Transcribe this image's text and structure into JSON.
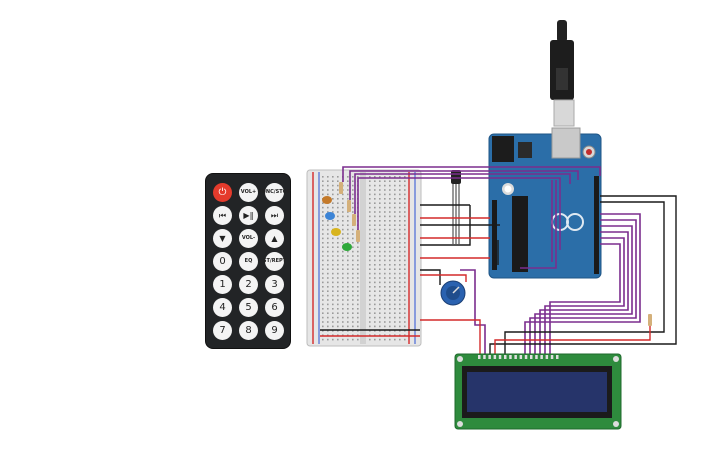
{
  "remote": {
    "buttons": [
      {
        "label": "⏻",
        "kind": "power"
      },
      {
        "label": "VOL+",
        "kind": "small"
      },
      {
        "label": "FUNC/STOP",
        "kind": "small"
      },
      {
        "label": "⏮",
        "kind": "icon"
      },
      {
        "label": "▶‖",
        "kind": "icon"
      },
      {
        "label": "⏭",
        "kind": "icon"
      },
      {
        "label": "▼",
        "kind": "icon"
      },
      {
        "label": "VOL-",
        "kind": "small"
      },
      {
        "label": "▲",
        "kind": "icon"
      },
      {
        "label": "0",
        "kind": "num"
      },
      {
        "label": "EQ",
        "kind": "small"
      },
      {
        "label": "ST/REPT",
        "kind": "small"
      },
      {
        "label": "1",
        "kind": "num"
      },
      {
        "label": "2",
        "kind": "num"
      },
      {
        "label": "3",
        "kind": "num"
      },
      {
        "label": "4",
        "kind": "num"
      },
      {
        "label": "5",
        "kind": "num"
      },
      {
        "label": "6",
        "kind": "num"
      },
      {
        "label": "7",
        "kind": "num"
      },
      {
        "label": "8",
        "kind": "num"
      },
      {
        "label": "9",
        "kind": "num"
      }
    ]
  },
  "colors": {
    "arduino_board": "#2b6ea8",
    "breadboard": "#e6e6e6",
    "lcd_board": "#2e8b3d",
    "lcd_screen": "#26346a",
    "wire_purple": "#7b2d8e",
    "wire_black": "#1a1a1a",
    "wire_red": "#d42a2a",
    "potentiometer": "#2a62b0",
    "led_blue": "#3c84d6",
    "led_yellow": "#d8b41e",
    "led_green": "#2ea83a",
    "led_orange": "#c47a2a"
  }
}
